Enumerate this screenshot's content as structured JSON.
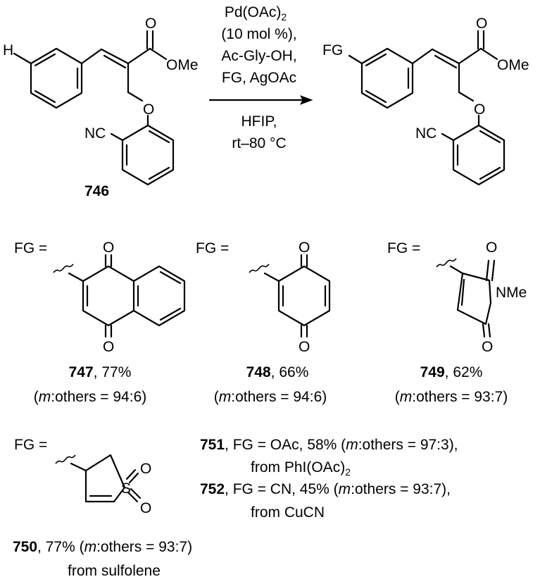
{
  "reaction": {
    "conditions": [
      "Pd(OAc)",
      "(10 mol %),",
      "Ac-Gly-OH,",
      "FG, AgOAc",
      "HFIP,",
      "rt–80 °C"
    ],
    "pd_subscript": "2"
  },
  "substrate": {
    "number": "746",
    "atom_H": "H",
    "atom_O_carbonyl": "O",
    "ester_OMe": "OMe",
    "ether_O": "O",
    "nitrile": "NC"
  },
  "product": {
    "atom_FG": "FG",
    "atom_O_carbonyl": "O",
    "ester_OMe": "OMe",
    "ether_O": "O",
    "nitrile": "NC"
  },
  "fg_prefix": "FG =",
  "entries": [
    {
      "number": "747",
      "yield": ", 77%",
      "ratio_open": "(",
      "ratio_m": "m",
      "ratio_rest": ":others = 94:6)",
      "atoms": [
        "O",
        "O"
      ]
    },
    {
      "number": "748",
      "yield": ", 66%",
      "ratio_open": "(",
      "ratio_m": "m",
      "ratio_rest": ":others = 94:6)",
      "atoms": [
        "O",
        "O"
      ]
    },
    {
      "number": "749",
      "yield": ", 62%",
      "ratio_open": "(",
      "ratio_m": "m",
      "ratio_rest": ":others = 93:7)",
      "atoms": [
        "O",
        "NMe",
        "O"
      ]
    },
    {
      "number": "750",
      "yield": ", 77% (",
      "ratio_m": "m",
      "ratio_rest": ":others = 93:7)",
      "source": "from sulfolene",
      "atoms": [
        "S",
        "O",
        "O"
      ]
    }
  ],
  "notes": [
    {
      "number": "751",
      "text_a": ", FG = OAc, 58% (",
      "m": "m",
      "text_b": ":others = 97:3),",
      "source": "from PhI(OAc)",
      "source_sub": "2"
    },
    {
      "number": "752",
      "text_a": ", FG = CN, 45% (",
      "m": "m",
      "text_b": ":others = 93:7),",
      "source": "from CuCN"
    }
  ]
}
